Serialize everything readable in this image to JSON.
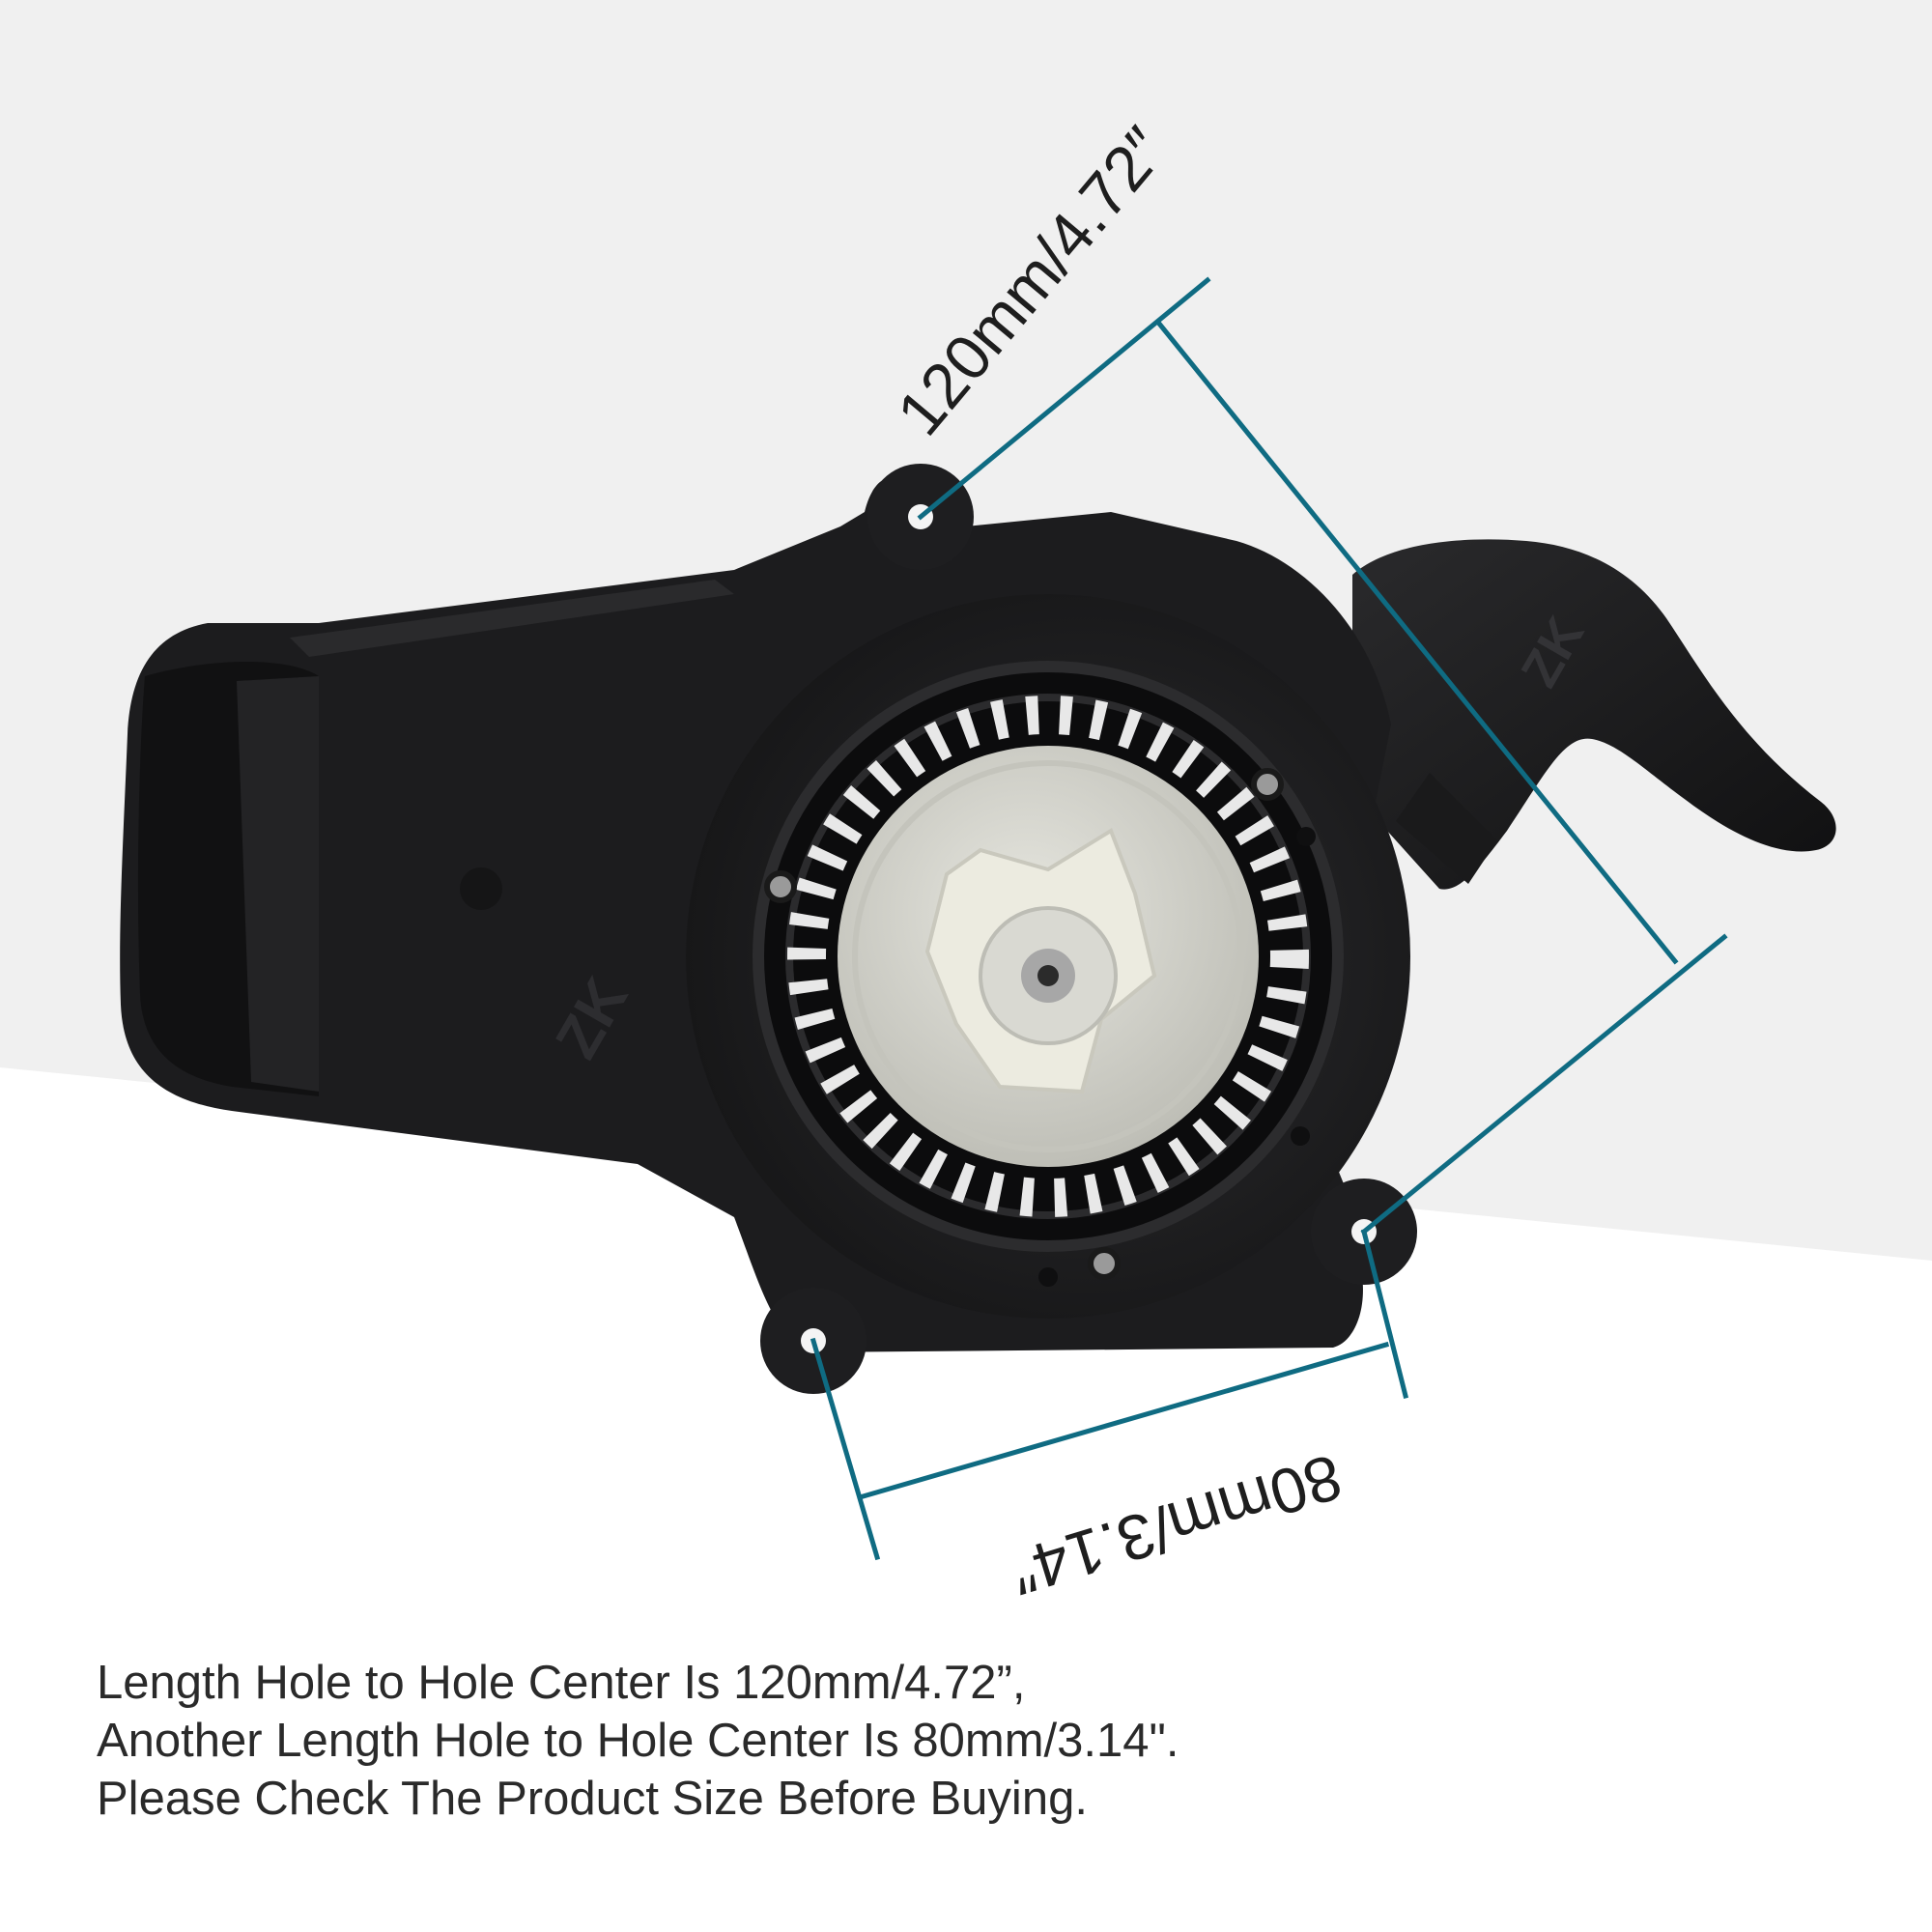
{
  "dimensions": {
    "long_label": "120mm/4.72″",
    "short_label": "80mm/3.14″"
  },
  "caption": {
    "line1": "Length Hole to Hole Center Is 120mm/4.72”,",
    "line2": "Another Length Hole to Hole Center Is 80mm/3.14\".",
    "line3": "Please Check The Product Size Before Buying."
  },
  "logo": {
    "mark": "ZK"
  },
  "colors": {
    "dimension_line": "#0f6b82",
    "background_top": "#f0f0f0",
    "background_bottom": "#ffffff",
    "housing": "#1c1c1e",
    "pulley": "#d4d4cc"
  }
}
